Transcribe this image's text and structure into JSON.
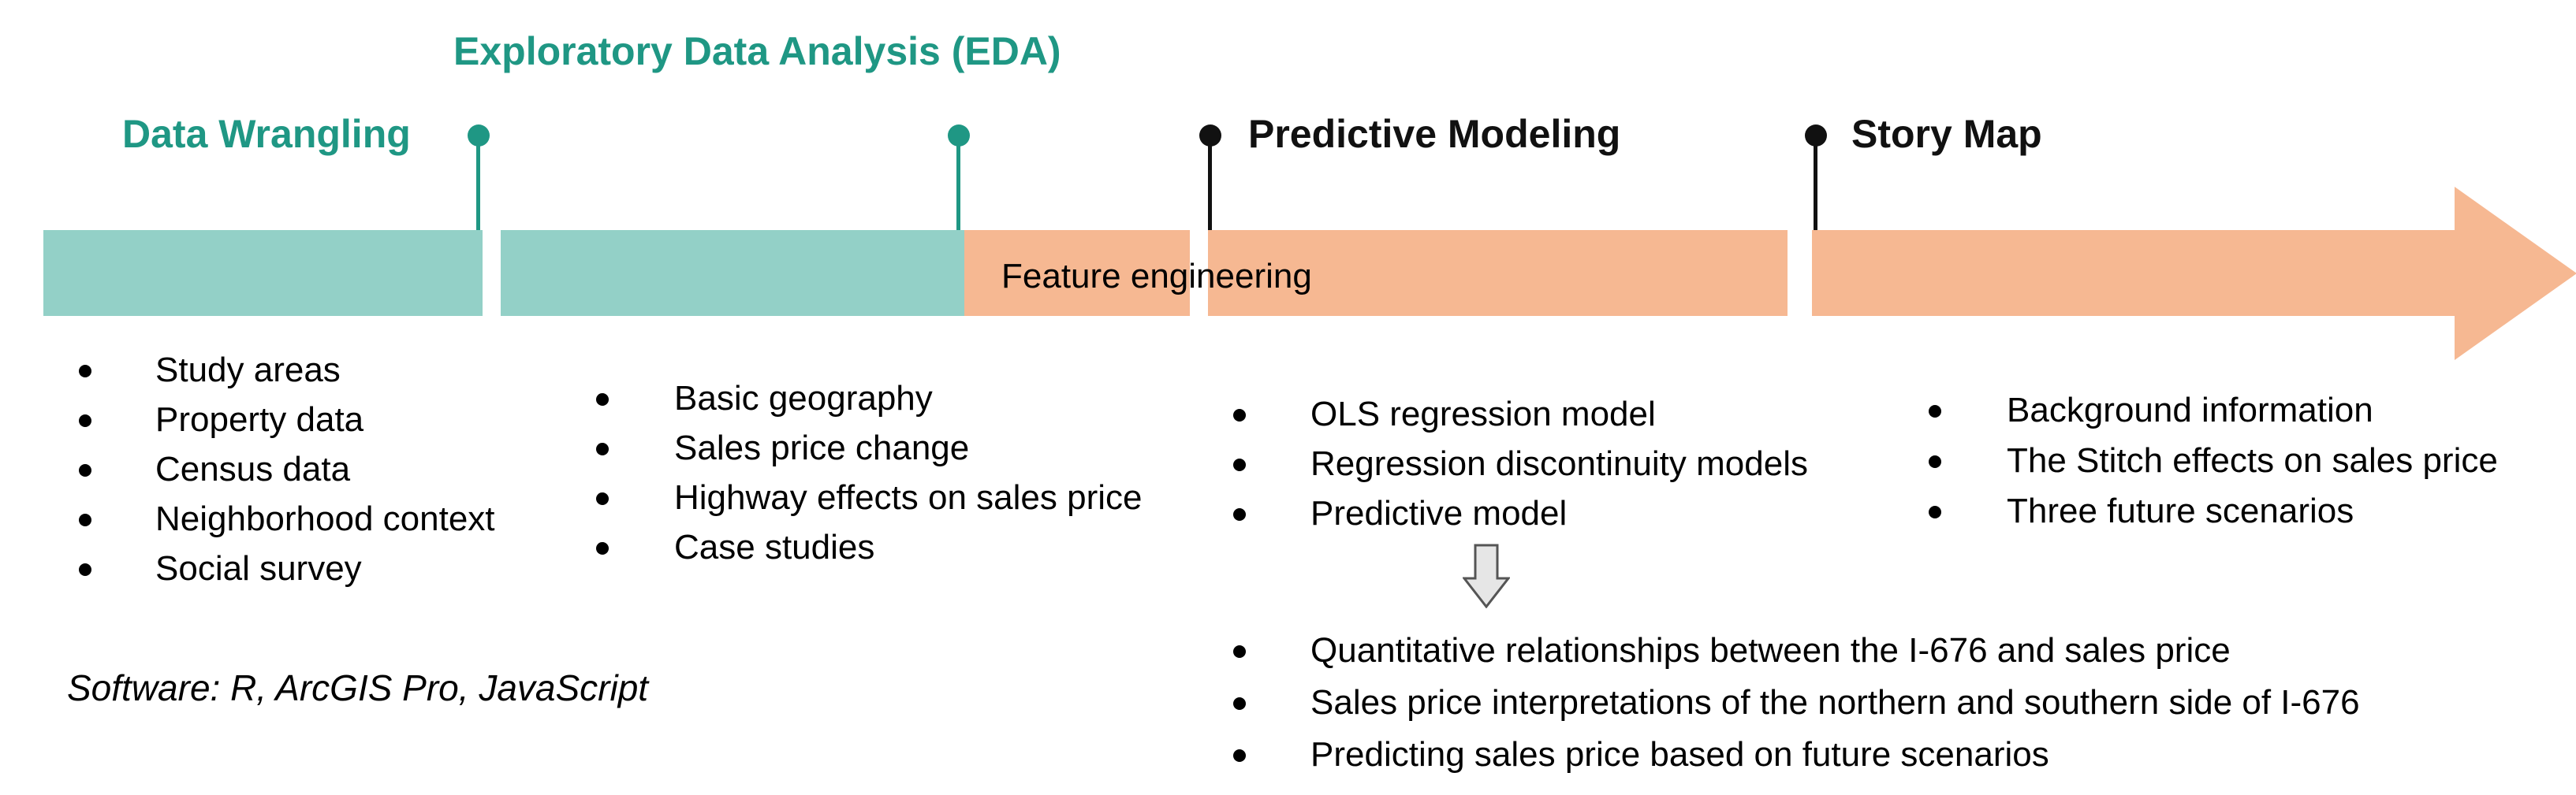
{
  "phases": {
    "eda_title": "Exploratory Data Analysis (EDA)",
    "wrangling_title": "Data Wrangling",
    "modeling_title": "Predictive Modeling",
    "storymap_title": "Story Map"
  },
  "bar_label": "Feature engineering",
  "lists": {
    "wrangling": [
      "Study areas",
      "Property data",
      "Census data",
      "Neighborhood context",
      "Social survey"
    ],
    "eda": [
      "Basic geography",
      "Sales price change",
      "Highway effects on sales price",
      "Case studies"
    ],
    "modeling": [
      "OLS regression model",
      "Regression discontinuity models",
      "Predictive model"
    ],
    "storymap": [
      "Background information",
      "The Stitch effects on sales price",
      "Three future scenarios"
    ],
    "outcomes": [
      "Quantitative relationships between the I-676 and sales price",
      "Sales price interpretations of the northern and southern side of I-676",
      "Predicting sales price based on future scenarios"
    ]
  },
  "software": "Software: R, ArcGIS Pro, JavaScript",
  "colors": {
    "teal": "#1f9784",
    "teal_bar": "#93d0c7",
    "orange_bar": "#f6b892",
    "dark": "#111111"
  },
  "icons": {
    "down_arrow": "outlined-down-arrow-icon"
  }
}
